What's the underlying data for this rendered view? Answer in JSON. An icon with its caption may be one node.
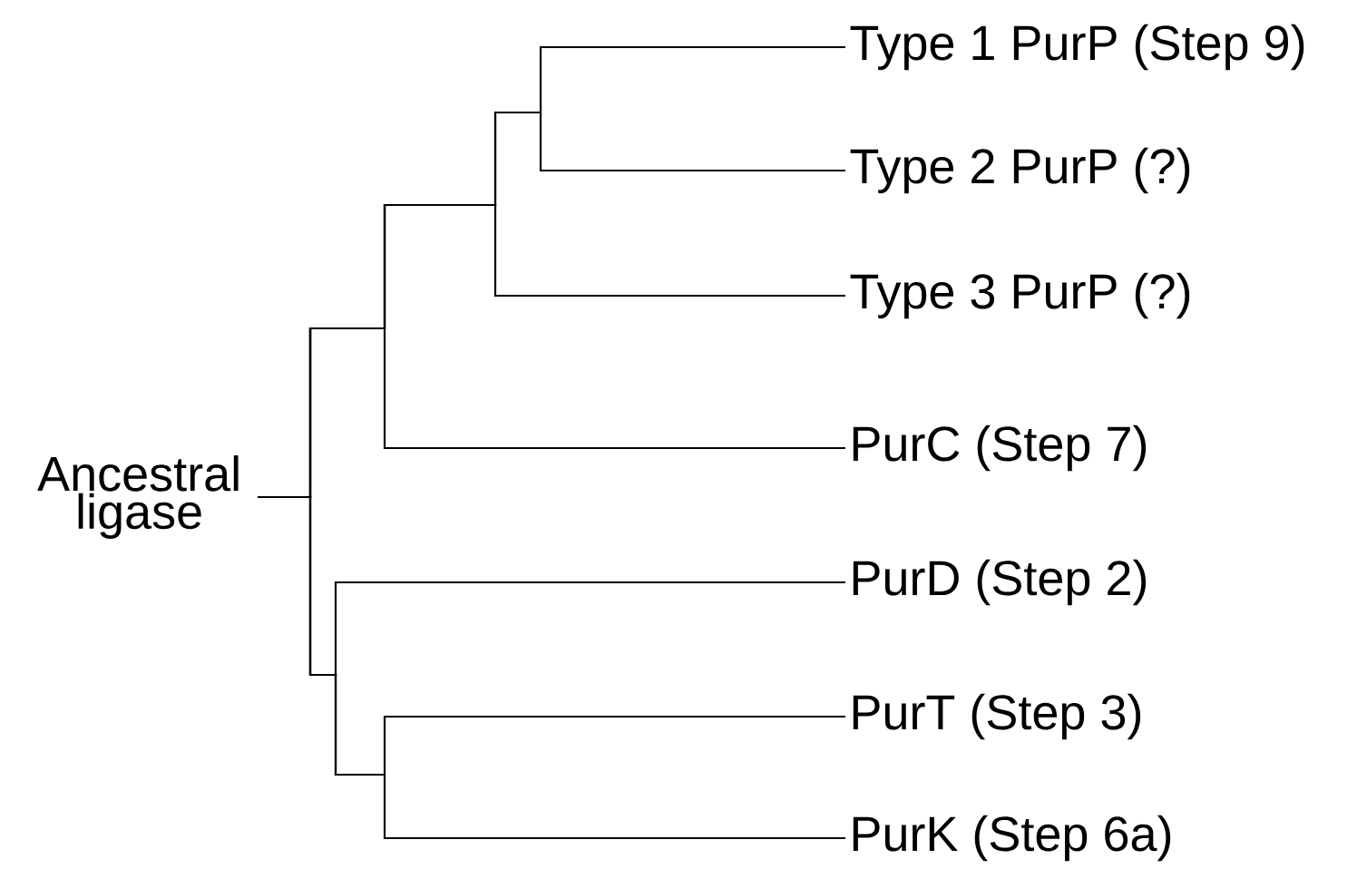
{
  "diagram": {
    "nodes": [
      {
        "text": [
          "Ancestral ligase"
        ]
      },
      {
        "text": [
          "Type 1 PurP (Step 9)"
        ]
      },
      {
        "text": [
          "Type 2 PurP (?)"
        ]
      },
      {
        "text": [
          "Type 3 PurP (?)"
        ]
      },
      {
        "text": [
          "PurC (Step 7)"
        ]
      },
      {
        "text": [
          "PurD (Step 2)"
        ]
      },
      {
        "text": [
          "PurT (Step 3)"
        ]
      },
      {
        "text": [
          "PurK (Step 6a)"
        ]
      }
    ],
    "edges": [
      {
        "from": 0,
        "to": 1,
        "arrow": "none"
      },
      {
        "from": 0,
        "to": 2,
        "arrow": "none"
      },
      {
        "from": 0,
        "to": 3,
        "arrow": "none"
      },
      {
        "from": 0,
        "to": 4,
        "arrow": "none"
      },
      {
        "from": 0,
        "to": 5,
        "arrow": "none"
      },
      {
        "from": 0,
        "to": 6,
        "arrow": "none"
      },
      {
        "from": 0,
        "to": 7,
        "arrow": "none"
      }
    ]
  }
}
